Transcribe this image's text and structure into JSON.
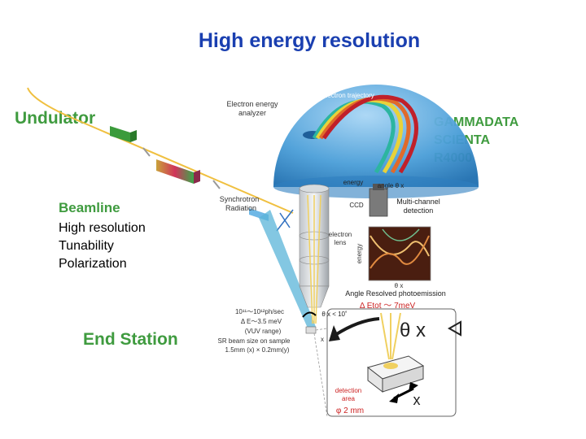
{
  "title": "High energy resolution",
  "labels": {
    "undulator": "Undulator",
    "analyzer_brand": [
      "GAMMADATA",
      "SCIENTA",
      "R4000"
    ],
    "beamline": "Beamline",
    "beamline_features": [
      "High resolution",
      "Tunability",
      "Polarization"
    ],
    "end_station": "End Station"
  },
  "diagram": {
    "analyzer_label": [
      "Electron energy",
      "analyzer"
    ],
    "electron_trajectory": "electron trajectory",
    "energy": "energy",
    "angle": "angle θ x",
    "ccd": "CCD",
    "multichannel": [
      "Multi-channel",
      "detection"
    ],
    "synchrotron_radiation": [
      "Synchrotron",
      "Radiation"
    ],
    "electron_lens": [
      "electron",
      "lens"
    ],
    "energy_axis": "energy",
    "theta_axis": "θ x",
    "arpes_caption": "Angle Resolved photoemission",
    "delta_e_tot": "Δ Etot ～ 7meV",
    "theta_limit": "θ x < 10˚",
    "photon_flux": "10¹¹～10¹²ph/sec",
    "delta_e_beam": "Δ E～3.5 meV",
    "vuv_range": "(VUV   range)",
    "beam_size_title": "SR beam size on sample",
    "beam_size_value": "1.5mm (x) × 0.2mm(y)",
    "inset_theta": "θ x",
    "inset_x": "x",
    "small_x": "x",
    "detection_area": [
      "detection",
      "area"
    ],
    "detection_size": "φ 2 mm"
  },
  "colors": {
    "title": "#1a3fb0",
    "green_labels": "#3f9b3f",
    "red_text": "#cc2222",
    "dome": "#4a9ed8"
  }
}
